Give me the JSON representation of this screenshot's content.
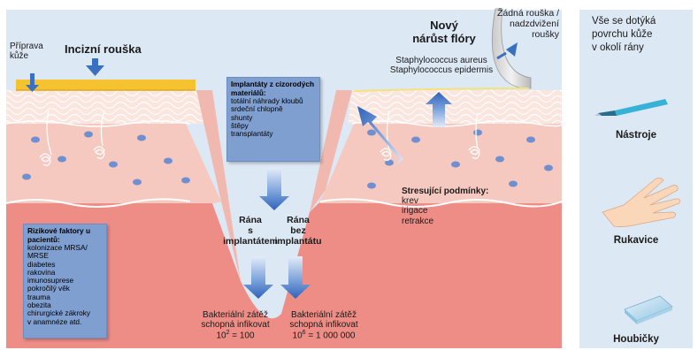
{
  "colors": {
    "panel_bg": "#dde8f5",
    "dermis": "#f6c9c0",
    "fat": "#ee8d86",
    "epidermis": "#faddd4",
    "drape": "#f5c230",
    "arrow_blue": "#3b6fc0",
    "box_blue": "#7f9fd1",
    "bacteria_dot": "#6f8fcf"
  },
  "labels": {
    "priprava": [
      "Příprava",
      "kůže"
    ],
    "incizni": "Incizní rouška",
    "novy": [
      "Nový",
      "nárůst flóry"
    ],
    "staph": [
      "Staphylococcus aureus",
      "Staphylococcus epidermis"
    ],
    "zadna": [
      "Žádná rouška /",
      "nadzdvižení",
      "roušky"
    ],
    "rana_s": [
      "Rána",
      "s",
      "implantátem"
    ],
    "rana_bez": [
      "Rána",
      "bez",
      "implantátu"
    ],
    "zatez_s": [
      "Bakteriální zátěž",
      "schopná infikovat"
    ],
    "zatez_s_value": {
      "base": "10",
      "exp": "2",
      "rest": " = 100"
    },
    "zatez_bez": [
      "Bakteriální zátěž",
      "schopná infikovat"
    ],
    "zatez_bez_value": {
      "base": "10",
      "exp": "6",
      "rest": " = 1 000 000"
    }
  },
  "implant_box": {
    "title": "Implantáty z cizorodých materiálů:",
    "items": [
      "totální náhrady kloubů",
      "srdeční chlopně",
      "shunty",
      "štěpy",
      "transplantáty"
    ]
  },
  "risk_box": {
    "title": "Rizikové faktory u pacientů:",
    "items": [
      "kolonizace MRSA/",
      "MRSE",
      "diabetes",
      "rakovina",
      "imunosuprese",
      "pokročilý věk",
      "trauma",
      "obezita",
      "chirurgické zákroky",
      "v anamnéze atd."
    ]
  },
  "stress": {
    "title": "Stresující podmínky:",
    "items": [
      "krev",
      "irigace",
      "retrakce"
    ]
  },
  "side_panel": {
    "heading": [
      "Vše se dotýká",
      "povrchu kůže",
      "v okolí rány"
    ],
    "items": [
      {
        "label": "Nástroje",
        "icon": "scalpel-icon"
      },
      {
        "label": "Rukavice",
        "icon": "glove-icon"
      },
      {
        "label": "Houbičky",
        "icon": "sponge-icon"
      }
    ]
  }
}
